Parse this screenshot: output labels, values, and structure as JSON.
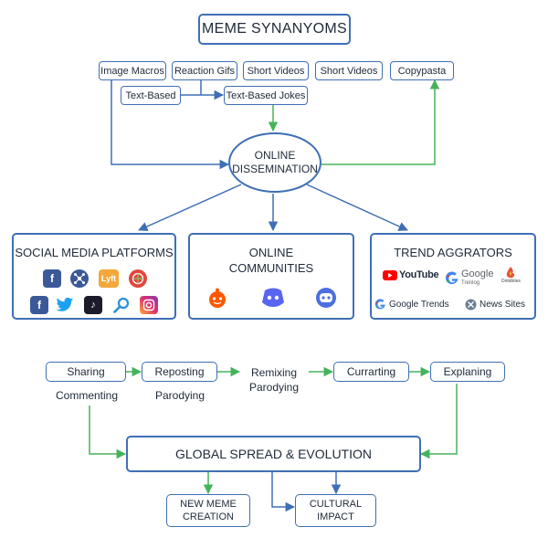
{
  "title": "MEME SYNANYOMS",
  "synonyms": {
    "top": [
      "Image Macros",
      "Reaction Gifs",
      "Short Videos",
      "Short Videos",
      "Copypasta"
    ],
    "row2": [
      "Text-Based",
      "Text-Based Jokes"
    ]
  },
  "center": "ONLINE\nDISSEMINATION",
  "categories": {
    "social": {
      "title": "SOCIAL MEDIA PLATFORMS",
      "icons": [
        "facebook-icon",
        "network-icon",
        "lyft-icon",
        "globe-icon",
        "facebook-icon",
        "twitter-icon",
        "tiktok-icon",
        "search-icon",
        "instagram-icon"
      ],
      "lyft_text": "Lyft"
    },
    "communities": {
      "title": "ONLINE\nCOMMUNITIES",
      "icons": [
        "reddit-icon",
        "discord-icon",
        "discord-icon"
      ]
    },
    "trends": {
      "title": "TREND AGGRATORS",
      "youtube": "YouTube",
      "google": "Google",
      "google_sub": "Trenlog",
      "third": "Dotidoles",
      "google_trends": "Google Trends",
      "news": "News Sites"
    }
  },
  "actions": {
    "sharing": "Sharing",
    "commenting": "Commenting",
    "reposting": "Reposting",
    "parodying": "Parodying",
    "remixing": "Remixing\nParodying",
    "currarting": "Currarting",
    "explaning": "Explaning"
  },
  "global": "GLOBAL SPREAD & EVOLUTION",
  "outcomes": {
    "new_meme": "NEW MEME\nCREATION",
    "cultural": "CULTURAL\nIMPACT"
  },
  "colors": {
    "blue": "#3f6fb5",
    "green": "#46b35a"
  }
}
